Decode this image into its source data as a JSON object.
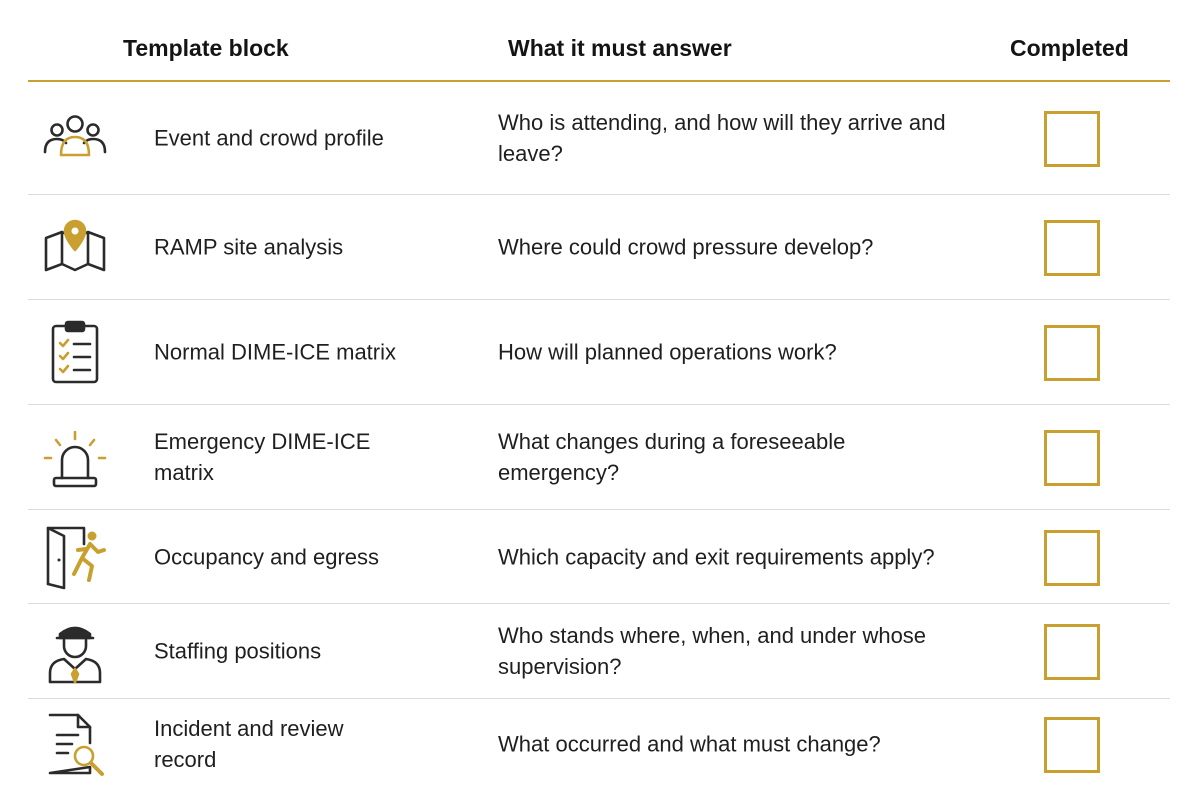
{
  "header": {
    "col_block": "Template block",
    "col_answer": "What it must answer",
    "col_completed": "Completed"
  },
  "colors": {
    "accent": "#c9a02f",
    "ink": "#2b2b2b",
    "divider": "#dcdcdc"
  },
  "rows": [
    {
      "icon": "crowd-icon",
      "block": "Event and crowd profile",
      "answer": "Who is attending, and how will they arrive and leave?",
      "completed": false
    },
    {
      "icon": "map-pin-icon",
      "block": "RAMP site analysis",
      "answer": "Where could crowd pressure develop?",
      "completed": false
    },
    {
      "icon": "clipboard-checklist-icon",
      "block": "Normal DIME-ICE matrix",
      "answer": "How will planned operations work?",
      "completed": false
    },
    {
      "icon": "alarm-light-icon",
      "block": "Emergency DIME-ICE matrix",
      "answer": "What changes during a foreseeable emergency?",
      "completed": false
    },
    {
      "icon": "exit-door-icon",
      "block": "Occupancy and egress",
      "answer": "Which capacity and exit requirements apply?",
      "completed": false
    },
    {
      "icon": "security-officer-icon",
      "block": "Staffing positions",
      "answer": "Who stands where, when, and under whose supervision?",
      "completed": false
    },
    {
      "icon": "document-search-icon",
      "block": "Incident and review record",
      "answer": "What occurred and what must change?",
      "completed": false
    }
  ]
}
